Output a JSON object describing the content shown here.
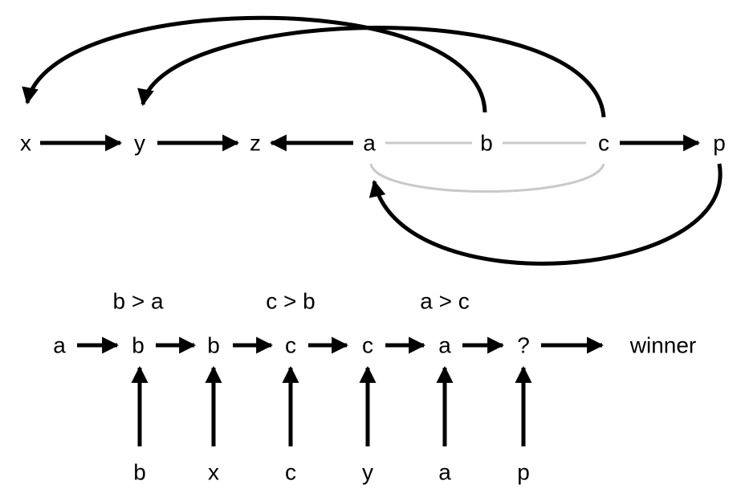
{
  "top_graph": {
    "nodes": [
      "x",
      "y",
      "z",
      "a",
      "b",
      "c",
      "p"
    ]
  },
  "sequence": {
    "chain": [
      "a",
      "b",
      "b",
      "c",
      "c",
      "a",
      "?"
    ],
    "end_label": "winner",
    "comparisons": [
      "b > a",
      "c > b",
      "a > c"
    ],
    "inputs": [
      "b",
      "x",
      "c",
      "y",
      "a",
      "p"
    ]
  },
  "colors": {
    "arrow": "#000000",
    "gray_link": "#c9c9c9",
    "background": "#ffffff"
  }
}
